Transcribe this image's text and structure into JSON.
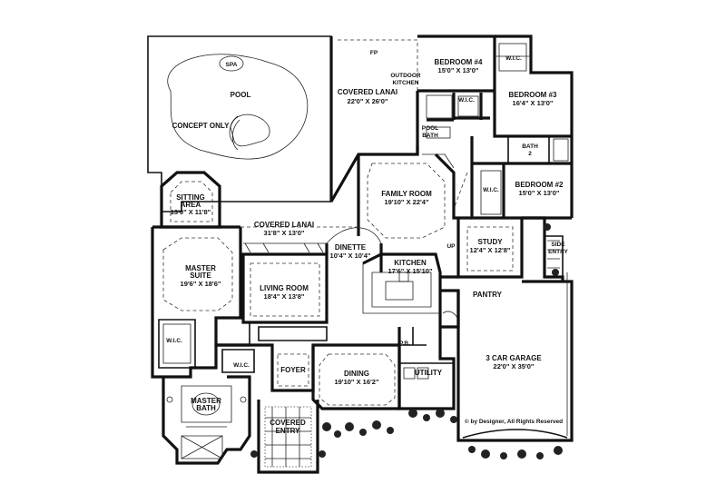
{
  "plan": {
    "pool": {
      "spa": "SPA",
      "name": "POOL",
      "note": "CONCEPT ONLY"
    },
    "fp": "FP",
    "covered_lanai_top": {
      "name": "COVERED LANAI",
      "dim": "22'0\" X 26'0\""
    },
    "outdoor_kitchen": {
      "line1": "OUTDOOR",
      "line2": "KITCHEN"
    },
    "bedroom4": {
      "name": "BEDROOM #4",
      "dim": "15'0\" X 13'0\""
    },
    "bedroom3": {
      "name": "BEDROOM #3",
      "dim": "16'4\" X 13'0\""
    },
    "bedroom2": {
      "name": "BEDROOM #2",
      "dim": "15'0\" X 13'0\""
    },
    "wic": "W.I.C.",
    "pool_bath": {
      "line1": "POOL",
      "line2": "BATH"
    },
    "bath2": {
      "line1": "BATH",
      "line2": "2"
    },
    "sitting_area": {
      "line1": "SITTING",
      "line2": "AREA",
      "dim": "13'0\" X 11'8\""
    },
    "family_room": {
      "name": "FAMILY ROOM",
      "dim": "19'10\" X 22'4\""
    },
    "covered_lanai_mid": {
      "name": "COVERED LANAI",
      "dim": "31'8\" X 13'0\""
    },
    "dinette": {
      "name": "DINETTE",
      "dim": "10'4\" X 10'4\""
    },
    "master_suite": {
      "line1": "MASTER",
      "line2": "SUITE",
      "dim": "19'6\" X 18'6\""
    },
    "living_room": {
      "name": "LIVING ROOM",
      "dim": "18'4\" X 13'8\""
    },
    "kitchen": {
      "name": "KITCHEN",
      "dim": "17'6\" X 15'10\""
    },
    "study": {
      "name": "STUDY",
      "dim": "12'4\" X 12'8\""
    },
    "up": "UP",
    "side_entry": {
      "line1": "SIDE",
      "line2": "ENTRY"
    },
    "pantry": "PANTRY",
    "foyer": "FOYER",
    "dining": {
      "name": "DINING",
      "dim": "19'10\" X 16'2\""
    },
    "pb": "P.B.",
    "utility": "UTILITY",
    "garage": {
      "name": "3 CAR GARAGE",
      "dim": "22'0\" X 35'0\""
    },
    "master_bath": {
      "line1": "MASTER",
      "line2": "BATH"
    },
    "covered_entry": {
      "line1": "COVERED",
      "line2": "ENTRY"
    },
    "copyright": "© by Designer, All Rights Reserved"
  }
}
